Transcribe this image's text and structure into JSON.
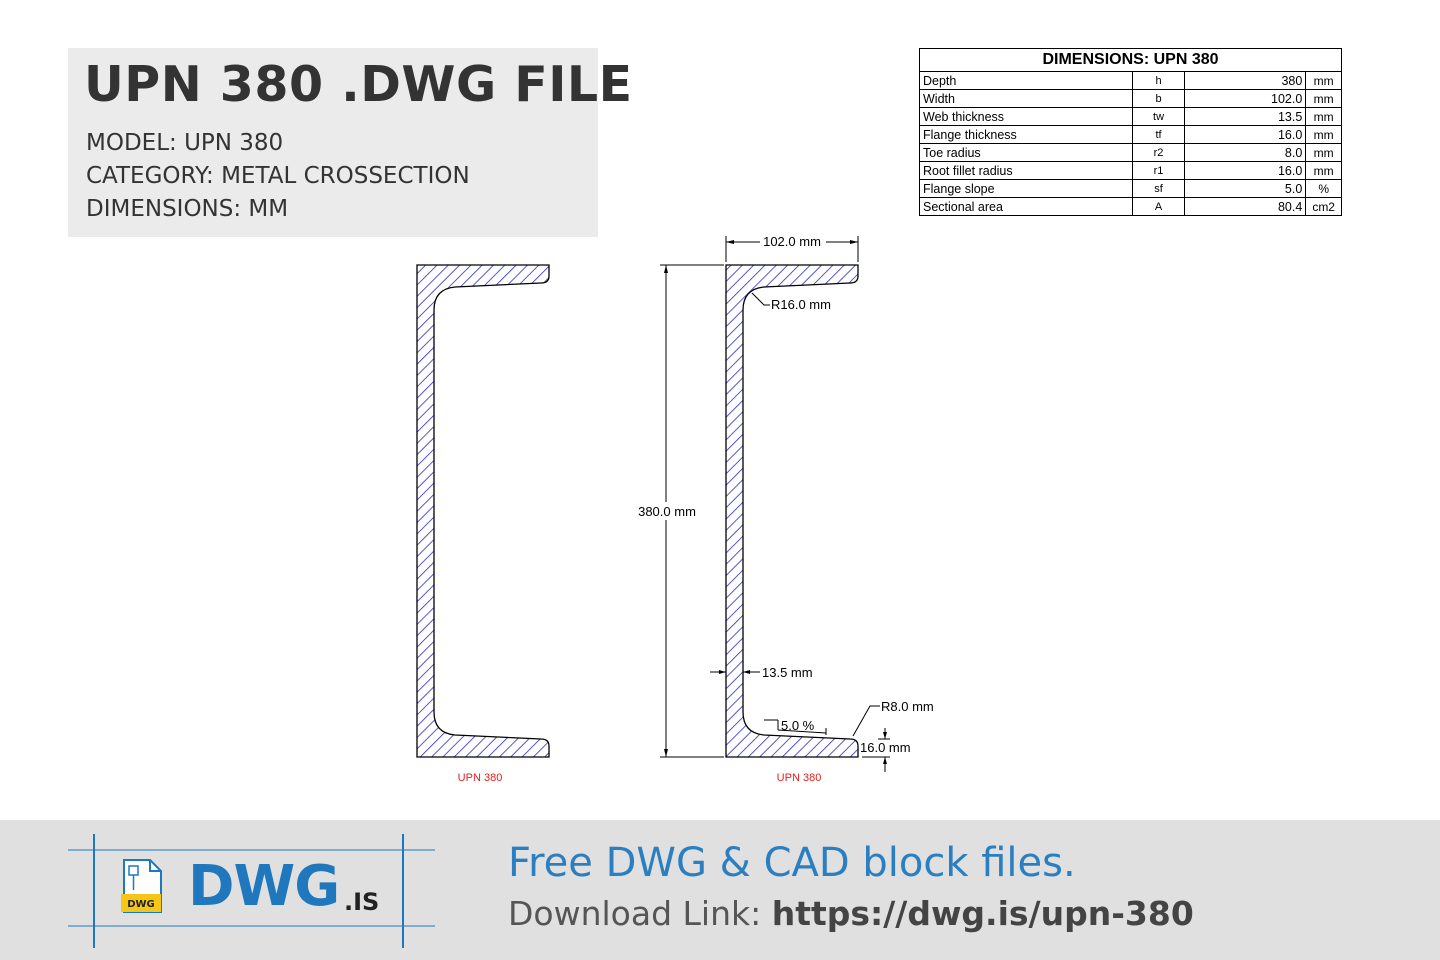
{
  "header": {
    "title": "UPN 380 .DWG FILE",
    "model_line": "MODEL:  UPN 380",
    "category_line": "CATEGORY:  METAL CROSSECTION",
    "dimensions_line": "DIMENSIONS:  MM"
  },
  "table": {
    "title": "DIMENSIONS: UPN 380",
    "rows": [
      {
        "name": "Depth",
        "symbol": "h",
        "value": "380",
        "unit": "mm"
      },
      {
        "name": "Width",
        "symbol": "b",
        "value": "102.0",
        "unit": "mm"
      },
      {
        "name": "Web thickness",
        "symbol": "tw",
        "value": "13.5",
        "unit": "mm"
      },
      {
        "name": "Flange thickness",
        "symbol": "tf",
        "value": "16.0",
        "unit": "mm"
      },
      {
        "name": "Toe radius",
        "symbol": "r2",
        "value": "8.0",
        "unit": "mm"
      },
      {
        "name": "Root fillet radius",
        "symbol": "r1",
        "value": "16.0",
        "unit": "mm"
      },
      {
        "name": "Flange slope",
        "symbol": "sf",
        "value": "5.0",
        "unit": "%"
      },
      {
        "name": "Sectional area",
        "symbol": "A",
        "value": "80.4",
        "unit": "cm2"
      }
    ]
  },
  "drawing": {
    "width_label": "102.0 mm",
    "depth_label": "380.0 mm",
    "root_radius_label": "R16.0 mm",
    "web_label": "13.5 mm",
    "toe_radius_label": "R8.0 mm",
    "slope_label": "5.0 %",
    "flange_label": "16.0 mm",
    "caption_left": "UPN 380",
    "caption_right": "UPN 380",
    "hatch_color": "#2a2ad0",
    "caption_color": "#e0201c"
  },
  "footer": {
    "logo_text": "DWG",
    "logo_suffix": ".IS",
    "logo_badge": "DWG",
    "tagline": "Free DWG & CAD block files.",
    "download_prefix": "Download Link: ",
    "download_url": "https://dwg.is/upn-380",
    "brand_color": "#1f78bd"
  }
}
